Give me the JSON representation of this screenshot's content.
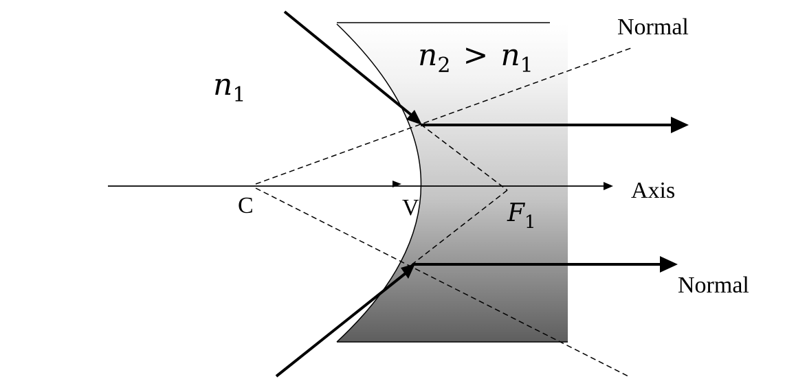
{
  "labels": {
    "medium1": {
      "base": "n",
      "sub": "1"
    },
    "medium2": {
      "lhs_base": "n",
      "lhs_sub": "2",
      "op": ">",
      "rhs_base": "n",
      "rhs_sub": "1"
    },
    "focus": {
      "base": "F",
      "sub": "1"
    },
    "center": "C",
    "vertex": "V",
    "axis": "Axis",
    "normal_top": "Normal",
    "normal_bottom": "Normal"
  }
}
